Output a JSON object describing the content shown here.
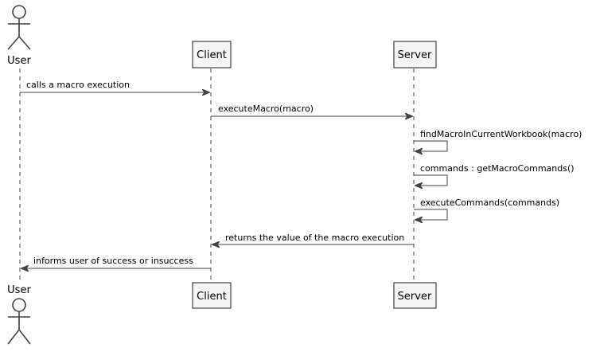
{
  "participants": {
    "user": {
      "name": "User",
      "kind": "actor"
    },
    "client": {
      "name": "Client",
      "kind": "participant"
    },
    "server": {
      "name": "Server",
      "kind": "participant"
    }
  },
  "messages": [
    {
      "from": "User",
      "to": "Client",
      "label": "calls a macro execution",
      "style": "sync"
    },
    {
      "from": "Client",
      "to": "Server",
      "label": "executeMacro(macro)",
      "style": "sync"
    },
    {
      "from": "Server",
      "to": "Server",
      "label": "findMacroInCurrentWorkbook(macro)",
      "style": "self"
    },
    {
      "from": "Server",
      "to": "Server",
      "label": "commands : getMacroCommands()",
      "style": "self"
    },
    {
      "from": "Server",
      "to": "Server",
      "label": "executeCommands(commands)",
      "style": "self"
    },
    {
      "from": "Server",
      "to": "Client",
      "label": "returns the value of the macro execution",
      "style": "sync"
    },
    {
      "from": "Client",
      "to": "User",
      "label": "informs user of success or insuccess",
      "style": "sync"
    }
  ],
  "colors": {
    "line": "#444444",
    "participant_fill": "#f5f5f5",
    "text": "#000000"
  }
}
